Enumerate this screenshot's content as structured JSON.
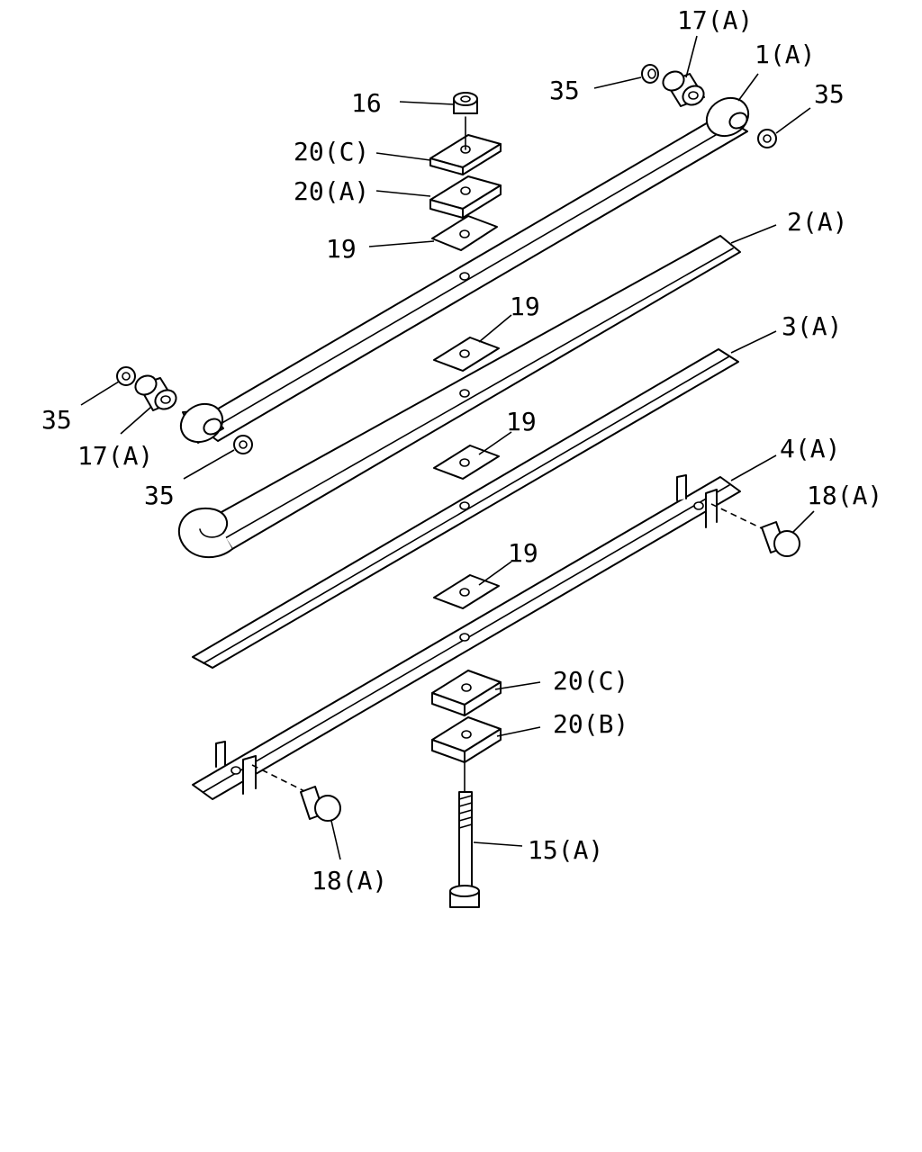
{
  "diagram": {
    "labels": {
      "l17a_top": "17(A)",
      "l1a": "1(A)",
      "l35_topleft": "35",
      "l35_topright": "35",
      "l16": "16",
      "l20c_top": "20(C)",
      "l20a": "20(A)",
      "l19_top": "19",
      "l2a": "2(A)",
      "l19_2": "19",
      "l3a": "3(A)",
      "l35_left": "35",
      "l17a_left": "17(A)",
      "l35_mid": "35",
      "l19_3": "19",
      "l4a": "4(A)",
      "l18a_right": "18(A)",
      "l19_4": "19",
      "l20c_bottom": "20(C)",
      "l20b": "20(B)",
      "l15a": "15(A)",
      "l18a_bottom": "18(A)"
    }
  }
}
